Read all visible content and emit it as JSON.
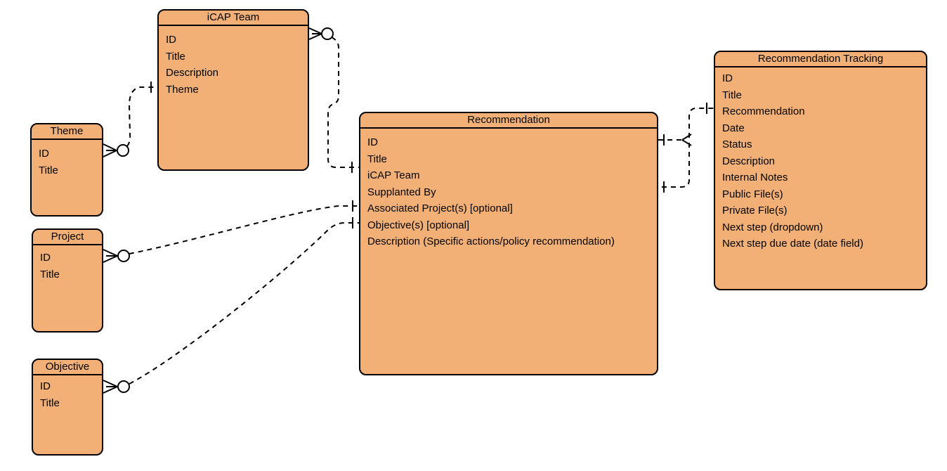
{
  "diagram": {
    "type": "entity-relationship",
    "colors": {
      "entity_fill": "#f2b077",
      "entity_stroke": "#000000",
      "background": "#ffffff",
      "text": "#000000"
    },
    "entities": {
      "theme": {
        "title": "Theme",
        "fields": [
          "ID",
          "Title"
        ]
      },
      "project": {
        "title": "Project",
        "fields": [
          "ID",
          "Title"
        ]
      },
      "objective": {
        "title": "Objective",
        "fields": [
          "ID",
          "Title"
        ]
      },
      "icap_team": {
        "title": "iCAP Team",
        "fields": [
          "ID",
          "Title",
          "Description",
          "Theme"
        ]
      },
      "recommendation": {
        "title": "Recommendation",
        "fields": [
          "ID",
          "Title",
          "iCAP Team",
          "Supplanted By",
          "Associated Project(s) [optional]",
          "Objective(s) [optional]",
          "Description (Specific actions/policy recommendation)"
        ]
      },
      "recommendation_tracking": {
        "title": "Recommendation Tracking",
        "fields": [
          "ID",
          "Title",
          "Recommendation",
          "Date",
          "Status",
          "Description",
          "Internal Notes",
          "Public File(s)",
          "Private File(s)",
          "Next step (dropdown)",
          "Next step due date (date field)"
        ]
      }
    },
    "relationships": [
      {
        "from": "Theme",
        "to": "iCAP Team.Theme",
        "from_marker": "zero-or-many",
        "to_marker": "one",
        "line_style": "dashed"
      },
      {
        "from": "iCAP Team",
        "to": "Recommendation.iCAP Team",
        "from_marker": "zero-or-many",
        "to_marker": "one",
        "line_style": "dashed"
      },
      {
        "from": "Project",
        "to": "Recommendation.Associated Project(s) [optional]",
        "from_marker": "zero-or-many",
        "to_marker": "one",
        "line_style": "dashed"
      },
      {
        "from": "Objective",
        "to": "Recommendation.Objective(s) [optional]",
        "from_marker": "zero-or-many",
        "to_marker": "one",
        "line_style": "dashed"
      },
      {
        "from": "Recommendation",
        "to": "Recommendation Tracking.Recommendation",
        "from_marker": "one",
        "to_marker": "one",
        "junction_marker": "many",
        "line_style": "dashed"
      },
      {
        "from": "Recommendation",
        "to": "Recommendation Tracking",
        "from_marker": "one",
        "line_style": "dashed"
      }
    ]
  }
}
